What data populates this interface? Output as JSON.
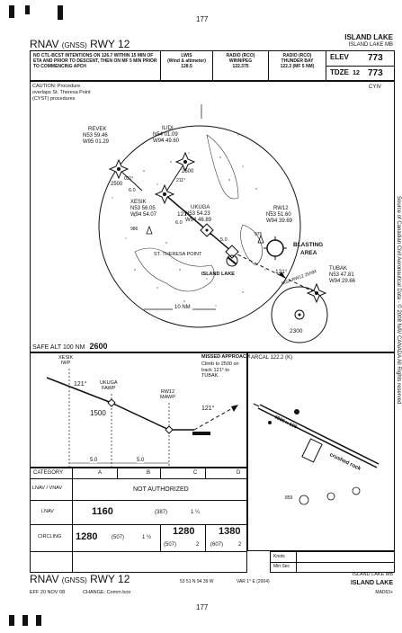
{
  "page_number_top": "177",
  "page_number_bottom": "177",
  "title": "RNAV",
  "title_sub": "(GNSS)",
  "title_rwy": "RWY 12",
  "airport_name": "ISLAND LAKE",
  "airport_province": "ISLAND LAKE MB",
  "header_note": "NO CTL-BCST INTENTIONS ON 126.7 WITHIN 15 MIN OF ETA AND PRIOR TO DESCENT, THEN ON MF 5 MIN PRIOR TO COMMENCING APCH",
  "comms": [
    {
      "name": "LWIS",
      "sub": "(Wind & altimeter)",
      "freq": "128.5"
    },
    {
      "name": "RADIO (RCO)",
      "sub": "WINNIPEG",
      "freq": "122.375"
    },
    {
      "name": "RADIO (RCO)",
      "sub": "THUNDER BAY",
      "freq": "122.2 (MF 5 NM)"
    }
  ],
  "elev_label": "ELEV",
  "elev_value": "773",
  "tdze_label": "TDZE",
  "tdze_rwy": "12",
  "tdze_value": "773",
  "caution": "CAUTION: Procedure overlaps St. Theresa Point (CYST) procedures",
  "airport_id": "CYIV",
  "fixes": {
    "revek": {
      "name": "REVEK",
      "lat": "N53 59.46",
      "lon": "W95 01.29"
    },
    "ilidi": {
      "name": "ILIDI",
      "lat": "N54 01.09",
      "lon": "W94 49.60"
    },
    "xesik": {
      "name": "XESIK",
      "lat": "N53 56.05",
      "lon": "W94 54.07"
    },
    "ukuga": {
      "name": "UKUGA",
      "lat": "N53 54.23",
      "lon": "W94 46.89"
    },
    "rw12": {
      "name": "RW12",
      "lat": "N53 51.60",
      "lon": "W94 39.69"
    },
    "tubak": {
      "name": "TUBAK",
      "lat": "N53 47.81",
      "lon": "W94 29.66"
    }
  },
  "plan_labels": {
    "st_theresa": "ST. THERESA POINT",
    "island_lake": "ISLAND LAKE",
    "blasting": "BLASTING",
    "blasting_area": "AREA",
    "ten_nm": "10 NM",
    "alt_975": "975",
    "alt_986": "986",
    "alt_2500_a": "2500",
    "alt_2500_b": "2500",
    "crs_121_a": "121°",
    "crs_121_b": "121°",
    "crs_211": "211°",
    "crs_031": "031°",
    "dist_a": "6.0",
    "dist_b": "5.0",
    "dist_c": "6.0",
    "msa_label": "MSA RW12 25NM",
    "msa_value": "2300"
  },
  "safe_alt_label": "SAFE ALT 100 NM",
  "safe_alt_value": "2600",
  "side_source": "Source of Canadian Civil Aeronautical Data - © 2008 NAV CANADA All Rights reserved",
  "profile": {
    "xesik": "XESIK",
    "xesik_sub": "IWP",
    "ukuga": "UKUGA",
    "ukuga_sub": "FAWP",
    "rw12": "RW12",
    "rw12_sub": "MAWP",
    "alt": "1500",
    "crs_a": "121°",
    "crs_b": "121°",
    "dist_a": "5.0",
    "dist_b": "5.0",
    "missed_title": "MISSED APPROACH",
    "missed_text": "Climb to 2500 on track 121° to TUBAK."
  },
  "aerodrome": {
    "arcal": "ARCAL 122.2 (K)",
    "rwy_label": "4000 x 100",
    "surface": "crushed rock",
    "elev_859": "859"
  },
  "minima": {
    "category_label": "CATEGORY",
    "cats": [
      "A",
      "B",
      "C",
      "D"
    ],
    "rows": [
      {
        "label": "LNAV / VNAV",
        "text": "NOT AUTHORIZED"
      },
      {
        "label": "LNAV",
        "mda": "1160",
        "hat": "(387)",
        "vis": "1 ¼"
      },
      {
        "label": "CIRCLING",
        "ab_mda": "1280",
        "ab_hat": "(507)",
        "ab_vis": "1 ½",
        "c_mda": "1280",
        "c_hat": "(507)",
        "c_vis": "2",
        "d_mda": "1380",
        "d_hat": "(607)",
        "d_vis": "2"
      }
    ],
    "knots": "Knots",
    "minsec": "Min:Sec"
  },
  "footer": {
    "title": "RNAV",
    "sub": "(GNSS)",
    "rwy": "RWY 12",
    "coords": "53 51 N 94 39 W",
    "var": "VAR 1° E (2004)",
    "effective": "EFF 20 NOV 08",
    "change": "CHANGE: Comm box",
    "prov": "ISLAND LAKE MB",
    "name": "ISLAND LAKE",
    "code": "MAD63+"
  }
}
